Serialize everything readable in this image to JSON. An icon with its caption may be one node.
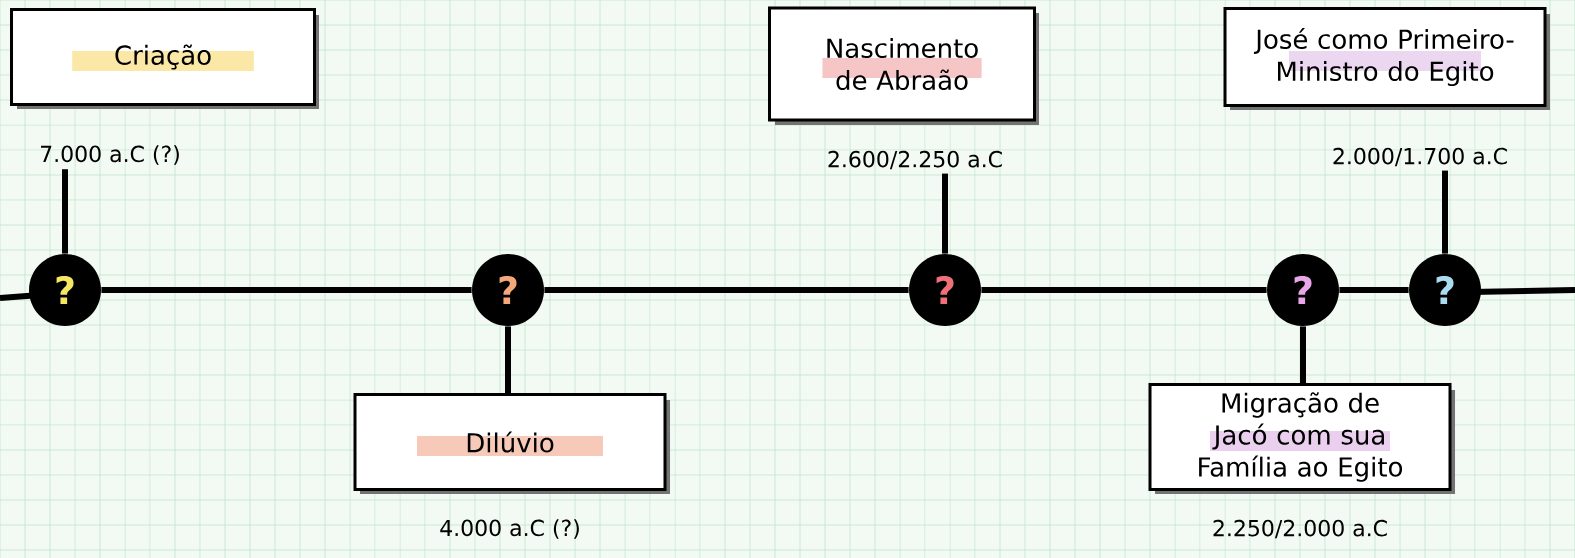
{
  "diagram": {
    "nodes": [
      {
        "text": [
          "Criação"
        ]
      },
      {
        "text": [
          "7.000 a.C (?)"
        ]
      },
      {
        "text": [
          "Nascimento de Abraão"
        ]
      },
      {
        "text": [
          "2.600/2.250 a.C"
        ]
      },
      {
        "text": [
          "José como Primeiro-Ministro do Egito"
        ]
      },
      {
        "text": [
          "2.000/1.700 a.C"
        ]
      },
      {
        "text": [
          "?"
        ]
      },
      {
        "text": [
          "?"
        ]
      },
      {
        "text": [
          "?"
        ]
      },
      {
        "text": [
          "?"
        ]
      },
      {
        "text": [
          "?"
        ]
      },
      {
        "text": [
          "Dilúvio"
        ],
        "beside": [
          "4.000 a.C (?)"
        ]
      },
      {
        "text": [
          "Migração de Jacó com sua Família ao Egito"
        ],
        "beside": [
          "2.250/2.000 a.C"
        ]
      }
    ],
    "edges": [
      {
        "from": 1,
        "to": 6,
        "arrow": "none"
      },
      {
        "from": 3,
        "to": 8,
        "arrow": "none"
      },
      {
        "from": 5,
        "to": 10,
        "arrow": "none"
      },
      {
        "from": 7,
        "to": 11,
        "arrow": "none"
      },
      {
        "from": 9,
        "to": 12,
        "arrow": "none"
      },
      {
        "from": 6,
        "to": 7,
        "arrow": "none"
      },
      {
        "from": 7,
        "to": 8,
        "arrow": "none"
      },
      {
        "from": 8,
        "to": 9,
        "arrow": "none"
      },
      {
        "from": 9,
        "to": 10,
        "arrow": "none"
      }
    ]
  }
}
